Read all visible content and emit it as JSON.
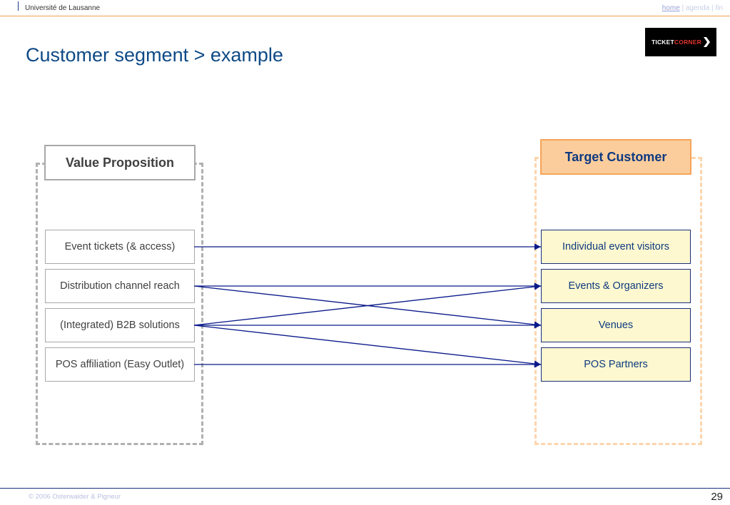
{
  "header": {
    "university": "Université de Lausanne",
    "nav": {
      "home": "home",
      "sep1": " | ",
      "agenda": "agenda",
      "sep2": " | ",
      "fin": "fin"
    }
  },
  "slide": {
    "title": "Customer segment > example",
    "logo": {
      "part1": "TICKET",
      "part2": "CORNER",
      "icon": "chevron-icon"
    }
  },
  "diagram": {
    "value_proposition": {
      "heading": "Value Proposition",
      "items": [
        "Event tickets (& access)",
        "Distribution channel reach",
        "(Integrated) B2B solutions",
        "POS affiliation (Easy Outlet)"
      ]
    },
    "target_customer": {
      "heading": "Target Customer",
      "items": [
        "Individual event visitors",
        "Events & Organizers",
        "Venues",
        "POS Partners"
      ]
    },
    "links": [
      {
        "from": 0,
        "to": 0
      },
      {
        "from": 1,
        "to": 1
      },
      {
        "from": 1,
        "to": 2
      },
      {
        "from": 2,
        "to": 1
      },
      {
        "from": 2,
        "to": 2
      },
      {
        "from": 2,
        "to": 3
      },
      {
        "from": 3,
        "to": 3
      }
    ],
    "colors": {
      "arrow": "#0a1a8a",
      "vp_border": "#a8a8a8",
      "tc_fill": "#fdf8cf",
      "tc_head_fill": "#fccd9c"
    }
  },
  "footer": {
    "copyright": "© 2006  Osterwalder & Pigneur",
    "page_number": "29"
  }
}
